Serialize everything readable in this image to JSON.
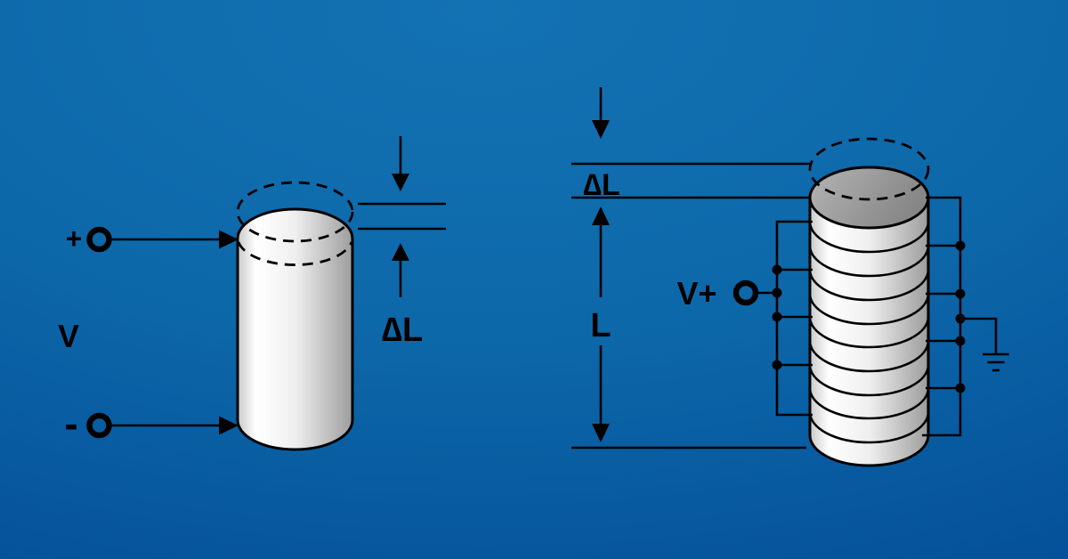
{
  "figure": {
    "description": "Piezoelectric actuator diagram: single-layer cylinder vs multilayer stack",
    "colors": {
      "bg_top": "#1372b3",
      "bg_mid": "#0d68a9",
      "bg_bottom": "#044f99",
      "ink": "#000000",
      "ceramic_edge": "#c9c9c9",
      "ceramic_highlight": "#ffffff",
      "ceramic_mid": "#efefef",
      "ceramic_shadow": "#9d9d9d",
      "stack_top_light": "#b4b4b4",
      "stack_top_dark": "#868686"
    },
    "left_diagram": {
      "plus_terminal_label": "+",
      "voltage_label": "V",
      "minus_terminal_label": "-",
      "displacement_label": "∆L"
    },
    "right_diagram": {
      "displacement_label": "∆L",
      "length_label": "L",
      "v_plus_label": "V+"
    }
  }
}
